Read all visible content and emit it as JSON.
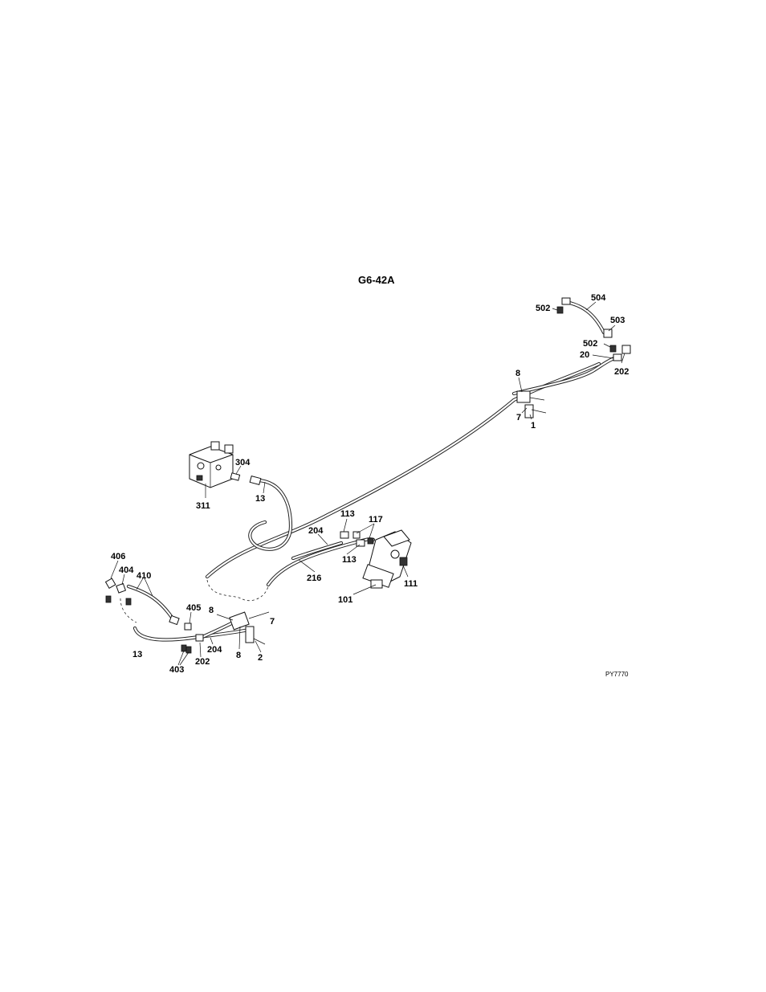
{
  "drawing": {
    "figure_id": "G6-42A",
    "drawing_code": "PY7770"
  },
  "callouts": [
    {
      "key": "c406",
      "text": "406"
    },
    {
      "key": "c404",
      "text": "404"
    },
    {
      "key": "c410",
      "text": "410"
    },
    {
      "key": "c405",
      "text": "405"
    },
    {
      "key": "c8a",
      "text": "8"
    },
    {
      "key": "c7a",
      "text": "7"
    },
    {
      "key": "c13a",
      "text": "13"
    },
    {
      "key": "c403",
      "text": "403"
    },
    {
      "key": "c202a",
      "text": "202"
    },
    {
      "key": "c204a",
      "text": "204"
    },
    {
      "key": "c8b",
      "text": "8"
    },
    {
      "key": "c2",
      "text": "2"
    },
    {
      "key": "c311",
      "text": "311"
    },
    {
      "key": "c304",
      "text": "304"
    },
    {
      "key": "c13b",
      "text": "13"
    },
    {
      "key": "c204b",
      "text": "204"
    },
    {
      "key": "c216",
      "text": "216"
    },
    {
      "key": "c113a",
      "text": "113"
    },
    {
      "key": "c117",
      "text": "117"
    },
    {
      "key": "c113b",
      "text": "113"
    },
    {
      "key": "c111",
      "text": "111"
    },
    {
      "key": "c101",
      "text": "101"
    },
    {
      "key": "c8c",
      "text": "8"
    },
    {
      "key": "c7b",
      "text": "7"
    },
    {
      "key": "c1",
      "text": "1"
    },
    {
      "key": "c504",
      "text": "504"
    },
    {
      "key": "c502a",
      "text": "502"
    },
    {
      "key": "c503",
      "text": "503"
    },
    {
      "key": "c502b",
      "text": "502"
    },
    {
      "key": "c20",
      "text": "20"
    },
    {
      "key": "c202b",
      "text": "202"
    }
  ]
}
